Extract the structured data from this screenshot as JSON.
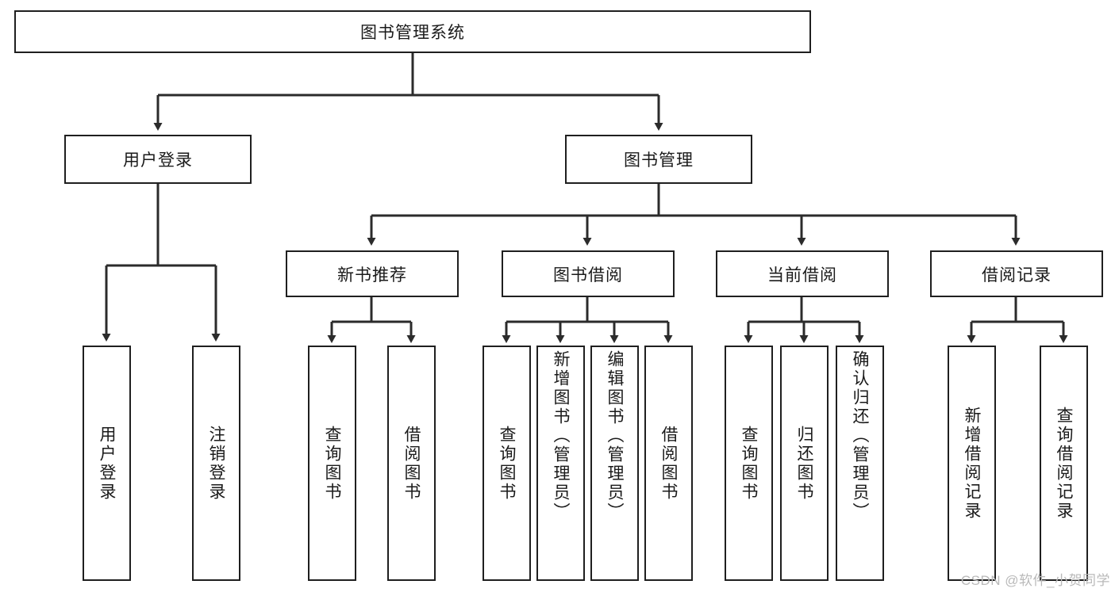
{
  "diagram": {
    "title": "图书管理系统",
    "type": "tree",
    "orientation": "top-down",
    "colors": {
      "stroke": "#1f1f1f",
      "fill": "#ffffff",
      "text": "#1a1a1a",
      "watermark": "#b9b9b9"
    },
    "root": {
      "label": "图书管理系统"
    },
    "level2": [
      {
        "label": "用户登录"
      },
      {
        "label": "图书管理"
      }
    ],
    "level3": [
      {
        "label": "新书推荐"
      },
      {
        "label": "图书借阅"
      },
      {
        "label": "当前借阅"
      },
      {
        "label": "借阅记录"
      }
    ],
    "leaves": {
      "user_login": [
        {
          "label": "用户登录"
        },
        {
          "label": "注销登录"
        }
      ],
      "new_book": [
        {
          "label": "查询图书"
        },
        {
          "label": "借阅图书"
        }
      ],
      "book_borrow": [
        {
          "label": "查询图书"
        },
        {
          "label": "新增图书（管理员）"
        },
        {
          "label": "编辑图书（管理员）"
        },
        {
          "label": "借阅图书"
        }
      ],
      "current_borrow": [
        {
          "label": "查询图书"
        },
        {
          "label": "归还图书"
        },
        {
          "label": "确认归还（管理员）"
        }
      ],
      "borrow_record": [
        {
          "label": "新增借阅记录"
        },
        {
          "label": "查询借阅记录"
        }
      ]
    }
  },
  "watermark": {
    "text": "CSDN @软件_小贺同学"
  }
}
